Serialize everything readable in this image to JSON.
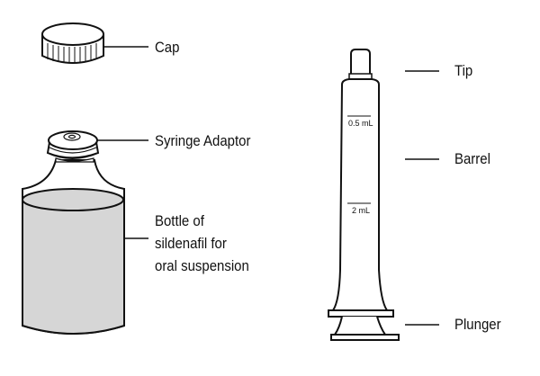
{
  "labels": {
    "cap": "Cap",
    "syringe_adaptor": "Syringe Adaptor",
    "bottle": [
      "Bottle of",
      "sildenafil for",
      "oral suspension"
    ],
    "tip": "Tip",
    "barrel": "Barrel",
    "plunger": "Plunger"
  },
  "graduations": [
    "0.5 mL",
    "2 mL"
  ],
  "colors": {
    "liquid": "#d6d6d6",
    "stroke": "#111111"
  }
}
